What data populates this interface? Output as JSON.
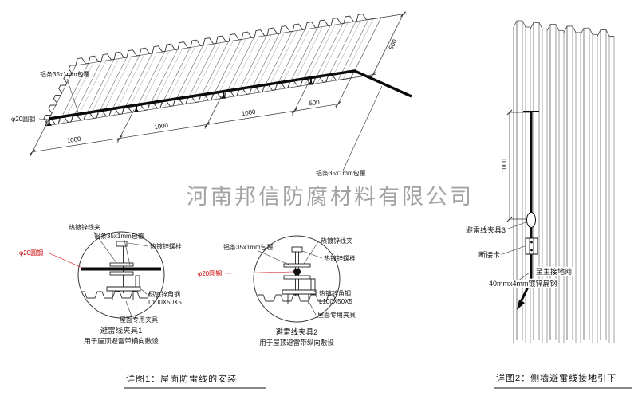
{
  "watermark": "河南邦信防腐材料有限公司",
  "colors": {
    "red": "#cc0000",
    "ink": "#141414",
    "watermark_gray": "#8d8d8d"
  },
  "iso": {
    "label_alu_top": "铝条35x1mm包覆",
    "label_rod": "φ20圆钢",
    "label_alu_bottom": "铝条35x1mm包覆",
    "dim_1": "1000",
    "dim_2": "1000",
    "dim_3": "1000",
    "dim_4": "500",
    "dim_depth": "500"
  },
  "clamp1": {
    "label_clip": "热镀锌线夹",
    "label_alu": "铝条35x1mm包覆",
    "label_bolt": "热镀锌螺栓",
    "label_rod": "φ20圆钢",
    "label_angle": "热镀锌角钢",
    "label_angle_spec": "L100X50X5",
    "label_roof_clamp": "屋面专用夹具",
    "title": "避雷线夹具1",
    "subtitle": "用于屋顶避雷带横向敷设"
  },
  "clamp2": {
    "label_clip": "热镀锌线夹",
    "label_alu": "铝条35x1mm包覆",
    "label_bolt": "热镀锌螺栓",
    "label_rod": "φ20圆钢",
    "label_angle": "热镀锌角钢",
    "label_angle_spec": "L100X50X5",
    "label_roof_clamp": "屋面专用夹具",
    "title": "避雷线夹具2",
    "subtitle": "用于屋顶避雷带纵向敷设"
  },
  "wall": {
    "label_clamp3": "避雷线夹具3",
    "label_disconnect": "断接卡",
    "label_to_ground": "至主接地网",
    "label_flat_steel": "-40mmx4mm镀锌扁钢",
    "dim_height": "1000"
  },
  "captions": {
    "detail1": "详图1：屋面防雷线的安装",
    "detail2": "详图2：侧墙避雷线接地引下"
  }
}
